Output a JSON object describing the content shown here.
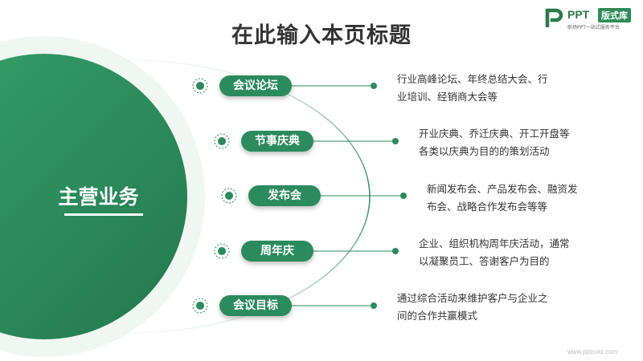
{
  "title": "在此输入本页标题",
  "logo": {
    "brand": "PPT",
    "badge": "版式库",
    "tagline": "职场PPT一站式服务平台"
  },
  "main_label": "主营业务",
  "items": [
    {
      "label": "会议论坛",
      "desc_line1": "行业高峰论坛、年终总结大会、行",
      "desc_line2": "业培训、经销商大会等"
    },
    {
      "label": "节事庆典",
      "desc_line1": "开业庆典、乔迁庆典、开工开盘等",
      "desc_line2": "各类以庆典为目的的策划活动"
    },
    {
      "label": "发布会",
      "desc_line1": "新闻发布会、产品发布会、融资发",
      "desc_line2": "布会、战略合作发布会等等"
    },
    {
      "label": "周年庆",
      "desc_line1": "企业、组织机构周年庆活动，通常",
      "desc_line2": "以凝聚员工、答谢客户为目的"
    },
    {
      "label": "会议目标",
      "desc_line1": "通过综合活动来维护客户与企业之",
      "desc_line2": "间的合作共赢模式"
    }
  ],
  "watermark": "www.pptcool.com",
  "colors": {
    "primary": "#2b8a5e",
    "circle": "#2e8b57",
    "title": "#333333"
  }
}
